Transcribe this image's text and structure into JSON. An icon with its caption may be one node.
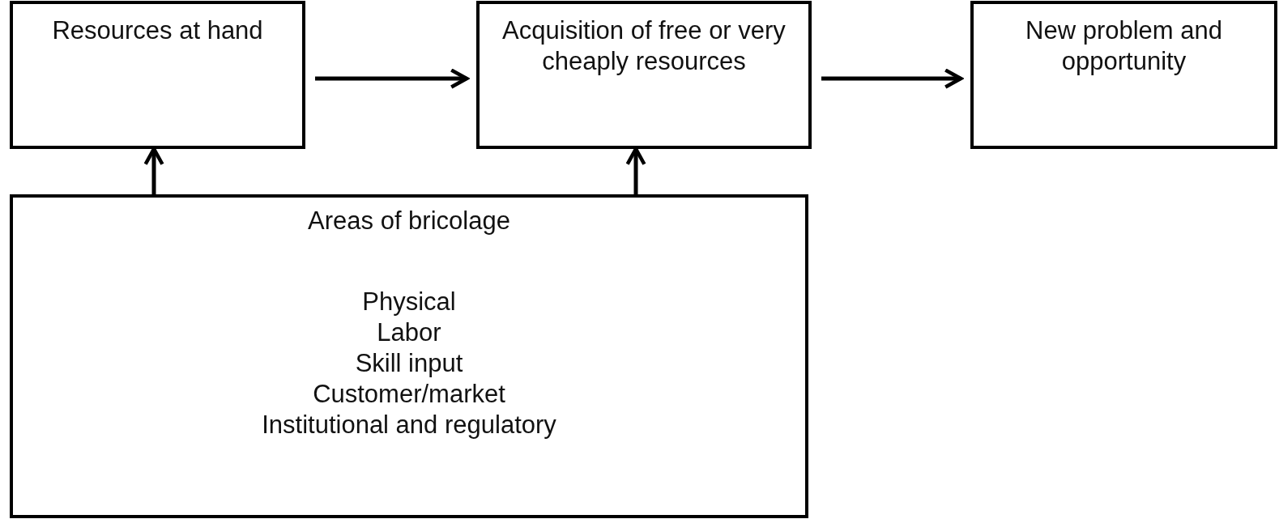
{
  "diagram": {
    "nodes": [
      {
        "text": [
          "Resources at hand"
        ]
      },
      {
        "text": [
          "Acquisition of free or very cheaply resources"
        ]
      },
      {
        "text": [
          "New problem and opportunity"
        ]
      },
      {
        "text": [
          "Areas of bricolage",
          "Physical",
          "Labor",
          "Skill input",
          "Customer/market",
          "Institutional and regulatory"
        ]
      }
    ],
    "edges": [
      {
        "from": 0,
        "to": 1,
        "arrow": "to"
      },
      {
        "from": 1,
        "to": 2,
        "arrow": "to"
      },
      {
        "from": 3,
        "to": 0,
        "arrow": "to"
      },
      {
        "from": 3,
        "to": 1,
        "arrow": "to"
      }
    ]
  }
}
